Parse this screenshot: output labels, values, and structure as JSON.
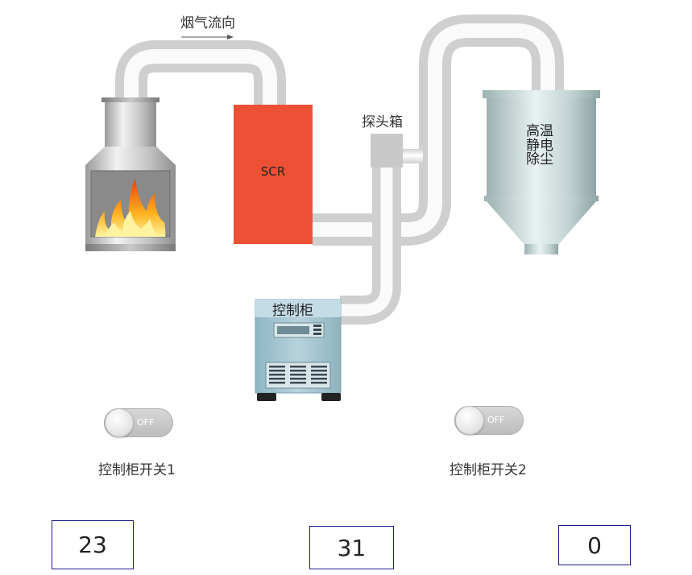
{
  "diagram": {
    "flue_flow_label": "烟气流向",
    "scr_label": "SCR",
    "probe_box_label": "探头箱",
    "precipitator_label_line1": "高温",
    "precipitator_label_line2": "静电",
    "precipitator_label_line3": "除尘",
    "control_cabinet_label": "控制柜"
  },
  "switches": [
    {
      "label": "控制柜开关1",
      "state": "OFF"
    },
    {
      "label": "控制柜开关2",
      "state": "OFF"
    }
  ],
  "readouts": [
    {
      "value": "23"
    },
    {
      "value": "31"
    },
    {
      "value": "0"
    }
  ],
  "colors": {
    "scr": "#ec5135",
    "pipe": "#eeeeee",
    "cabinet": "#9fc2cf",
    "precipitator": "#c5d6d6",
    "box_border": "#1c1c8c"
  }
}
